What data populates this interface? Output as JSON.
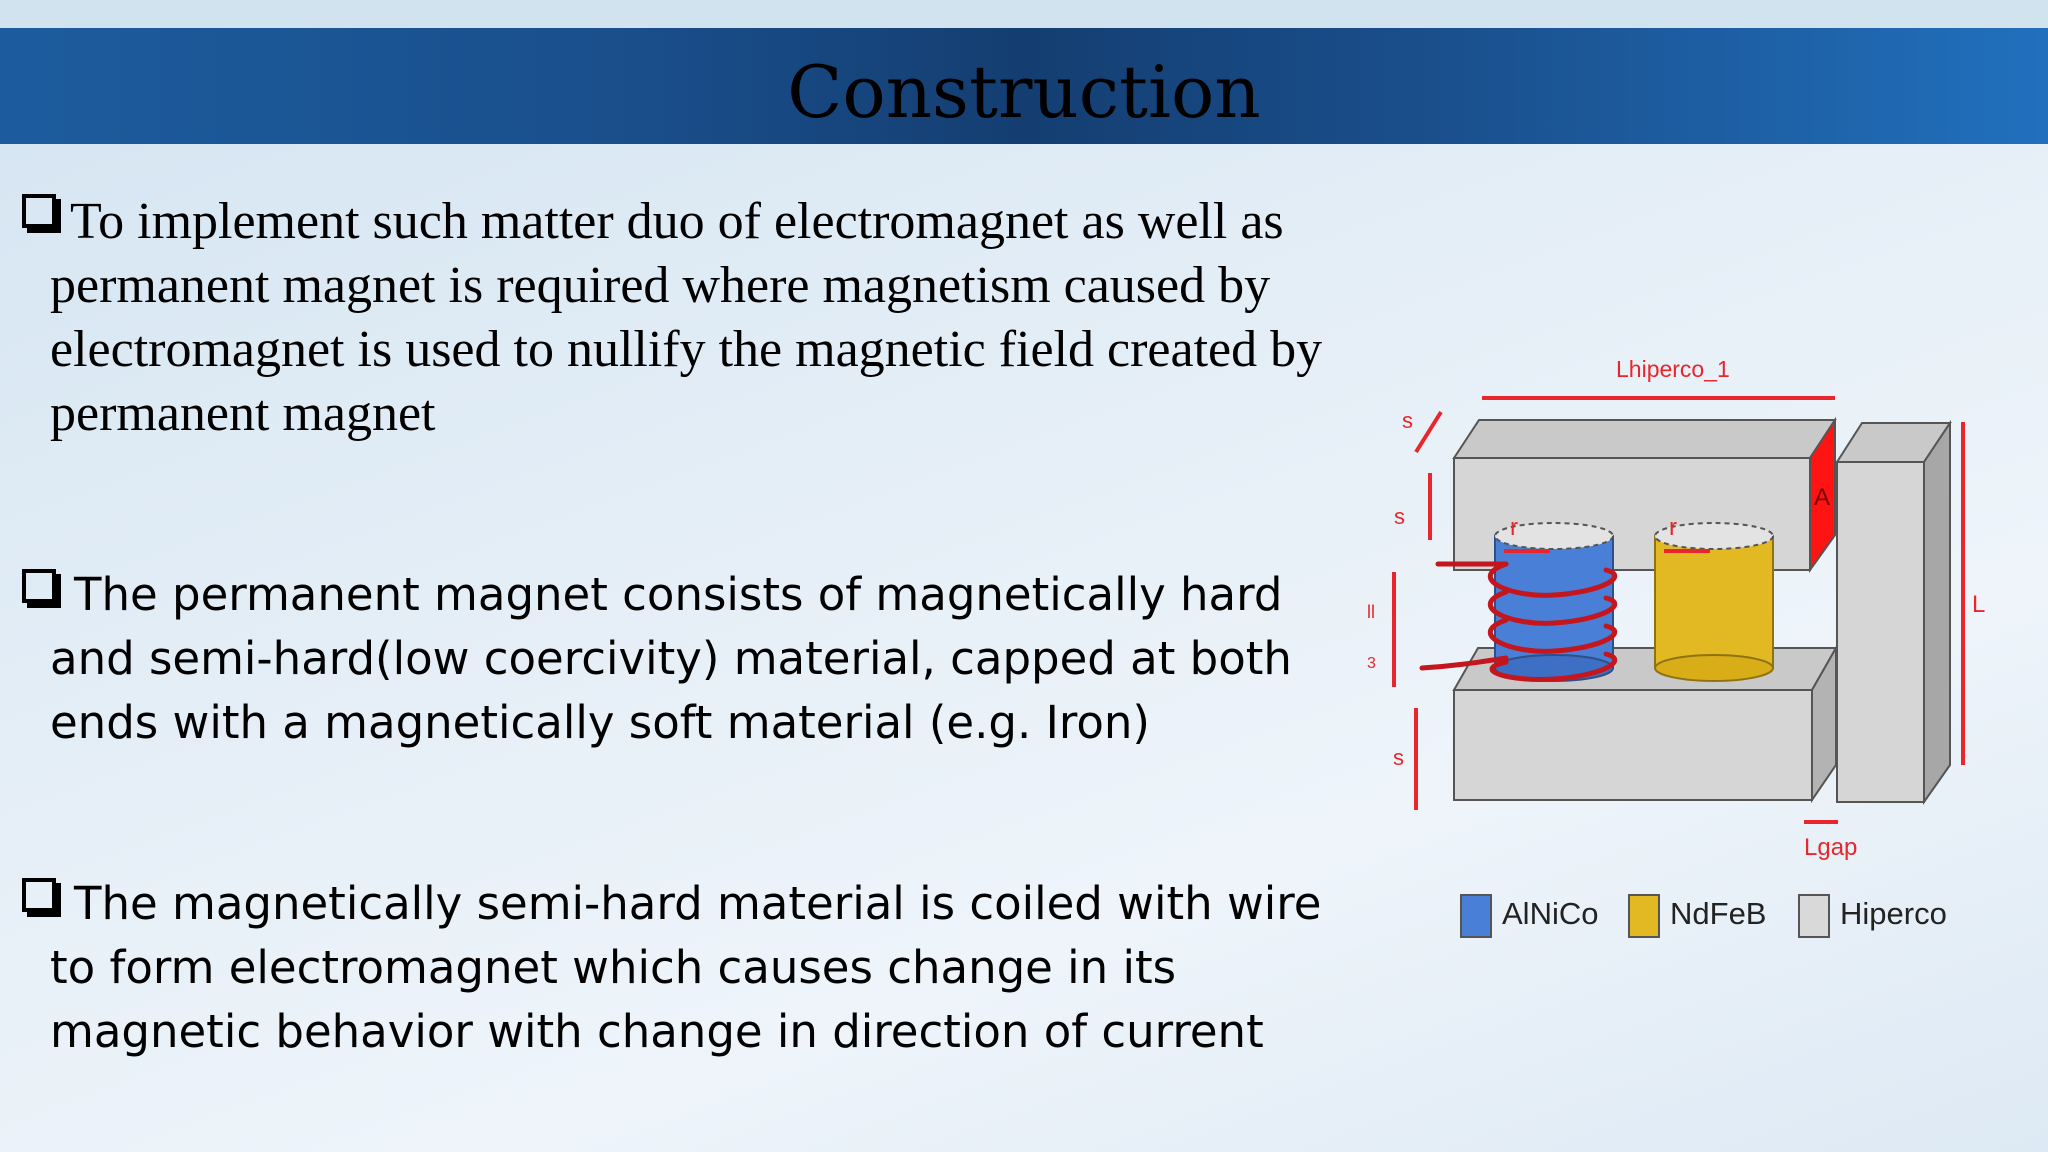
{
  "slide": {
    "title": "Construction"
  },
  "bullets": [
    {
      "text": "To implement such matter duo of electromagnet as well as permanent magnet is required where magnetism caused by electromagnet is used to nullify the magnetic field created by permanent magnet"
    },
    {
      "text": "The permanent magnet consists of magnetically hard and semi-hard(low coercivity) material, capped at both ends with a magnetically soft material (e.g. Iron)"
    },
    {
      "text": "The magnetically semi-hard material is coiled with wire to form electromagnet which causes change in its magnetic behavior with change in direction of current"
    }
  ],
  "diagram": {
    "labels": {
      "l_hiperco_1": "Lhiperco_1",
      "l_gap": "Lgap",
      "l": "L",
      "a": "A",
      "r_left": "r",
      "r_right": "r",
      "s_top": "s",
      "s_upper": "s",
      "s_lower": "s",
      "mid_mark": "ll",
      "mid_mark_small": "3"
    },
    "legend": [
      {
        "label": "AlNiCo",
        "color": "#4a7fd8"
      },
      {
        "label": "NdFeB",
        "color": "#e3b923"
      },
      {
        "label": "Hiperco",
        "color": "#d9d9d9"
      }
    ]
  },
  "colors": {
    "title_bar": "#1a4f8c",
    "annotation_red": "#e8262b",
    "alnico_blue": "#4a7fd8",
    "ndfeb_yellow": "#e3b923",
    "hiperco_grey": "#d9d9d9"
  }
}
